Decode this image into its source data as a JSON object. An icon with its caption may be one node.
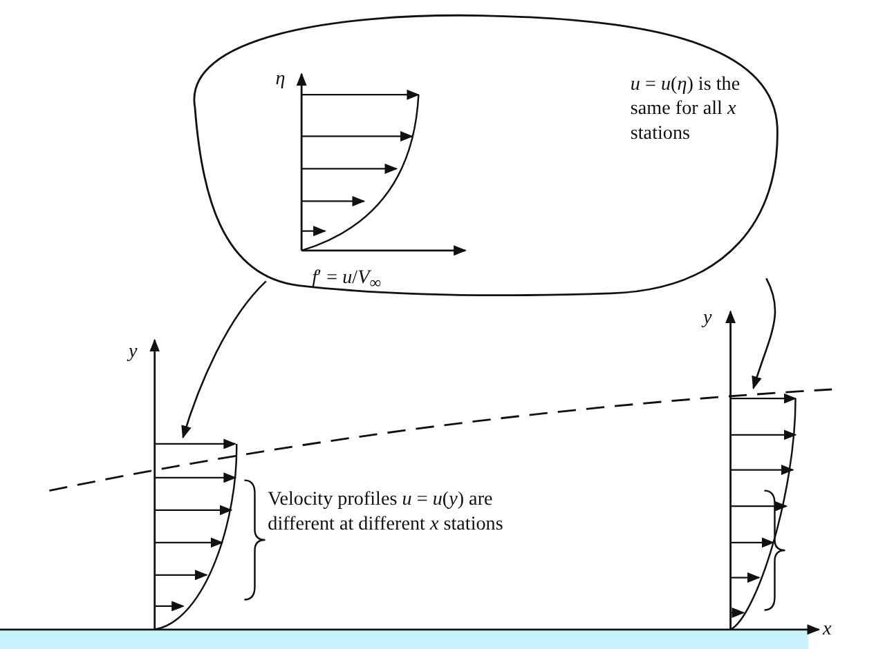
{
  "diagram": {
    "nodes": [
      {
        "text": [
          "*u* = *u*(*η*) is the same for all *x* stations"
        ]
      },
      {
        "text": [],
        "shape": "picture",
        "in": 0,
        "beside": [
          "η",
          "*f*′ = *u*/*V*$_{∞}$"
        ]
      },
      {
        "text": [],
        "shape": "picture"
      },
      {
        "text": [],
        "shape": "picture"
      }
    ],
    "edges": [
      {
        "from": 0,
        "to": 2,
        "arrow": "to"
      },
      {
        "from": 0,
        "to": 3,
        "arrow": "to"
      }
    ],
    "labels": [
      "y",
      "y",
      "Velocity profiles *u* = *u*(*y*) are different at different *x* stations",
      "x"
    ]
  }
}
